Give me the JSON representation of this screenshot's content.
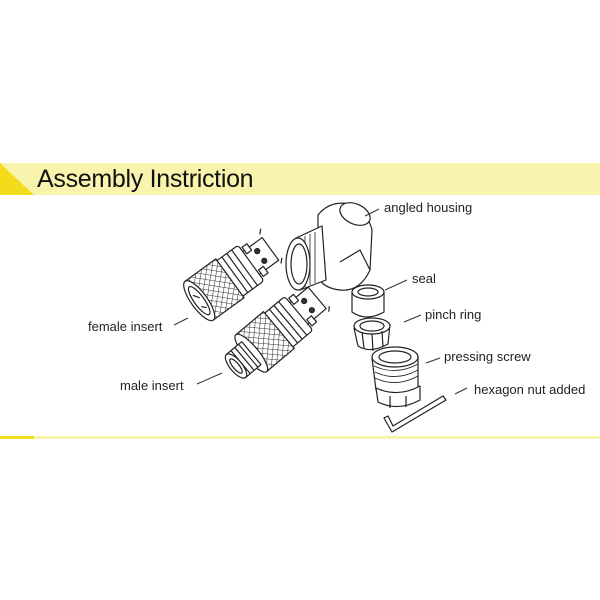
{
  "header": {
    "title": "Assembly Instriction"
  },
  "labels": {
    "angled_housing": "angled housing",
    "seal": "seal",
    "pinch_ring": "pinch ring",
    "pressing_screw": "pressing screw",
    "hexagon_nut": "hexagon nut added",
    "female_insert": "female insert",
    "male_insert": "male insert"
  },
  "colors": {
    "banner_light": "#f8f3ad",
    "banner_dark": "#f2dc1c"
  }
}
